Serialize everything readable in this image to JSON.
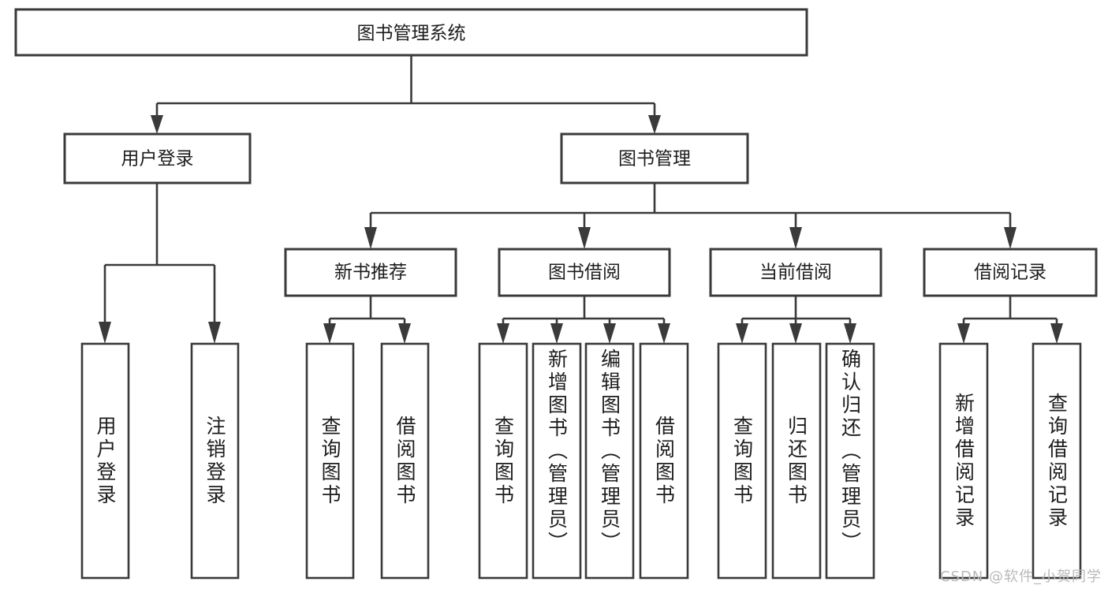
{
  "diagram": {
    "title": "图书管理系统",
    "type": "tree",
    "root": {
      "id": "root",
      "label": "图书管理系统",
      "orientation": "horizontal"
    },
    "level2": [
      {
        "id": "user-login",
        "label": "用户登录",
        "orientation": "horizontal"
      },
      {
        "id": "book-manage",
        "label": "图书管理",
        "orientation": "horizontal"
      }
    ],
    "level3": [
      {
        "id": "new-book-rec",
        "label": "新书推荐",
        "orientation": "horizontal",
        "parent": "book-manage"
      },
      {
        "id": "book-borrow",
        "label": "图书借阅",
        "orientation": "horizontal",
        "parent": "book-manage"
      },
      {
        "id": "current-borrow",
        "label": "当前借阅",
        "orientation": "horizontal",
        "parent": "book-manage"
      },
      {
        "id": "borrow-record",
        "label": "借阅记录",
        "orientation": "horizontal",
        "parent": "book-manage"
      }
    ],
    "leaves": [
      {
        "id": "leaf-user-login",
        "label": "用户登录",
        "orientation": "vertical",
        "parent": "user-login"
      },
      {
        "id": "leaf-logout-login",
        "label": "注销登录",
        "orientation": "vertical",
        "parent": "user-login"
      },
      {
        "id": "leaf-query-book-1",
        "label": "查询图书",
        "orientation": "vertical",
        "parent": "new-book-rec"
      },
      {
        "id": "leaf-borrow-book-1",
        "label": "借阅图书",
        "orientation": "vertical",
        "parent": "new-book-rec"
      },
      {
        "id": "leaf-query-book-2",
        "label": "查询图书",
        "orientation": "vertical",
        "parent": "book-borrow"
      },
      {
        "id": "leaf-add-book",
        "label": "新增图书（管理员）",
        "orientation": "vertical",
        "parent": "book-borrow"
      },
      {
        "id": "leaf-edit-book",
        "label": "编辑图书（管理员）",
        "orientation": "vertical",
        "parent": "book-borrow"
      },
      {
        "id": "leaf-borrow-book-2",
        "label": "借阅图书",
        "orientation": "vertical",
        "parent": "book-borrow"
      },
      {
        "id": "leaf-query-book-3",
        "label": "查询图书",
        "orientation": "vertical",
        "parent": "current-borrow"
      },
      {
        "id": "leaf-return-book",
        "label": "归还图书",
        "orientation": "vertical",
        "parent": "current-borrow"
      },
      {
        "id": "leaf-confirm-return",
        "label": "确认归还（管理员）",
        "orientation": "vertical",
        "parent": "current-borrow"
      },
      {
        "id": "leaf-add-record",
        "label": "新增借阅记录",
        "orientation": "vertical",
        "parent": "borrow-record"
      },
      {
        "id": "leaf-query-record",
        "label": "查询借阅记录",
        "orientation": "vertical",
        "parent": "borrow-record"
      }
    ],
    "colors": {
      "stroke": "#3a3a3a",
      "fill": "#ffffff",
      "text": "#1d1d1d",
      "watermark": "#b9b9b9",
      "background": "#ffffff"
    }
  },
  "watermark": {
    "text": "CSDN @软件_小贺同学"
  }
}
